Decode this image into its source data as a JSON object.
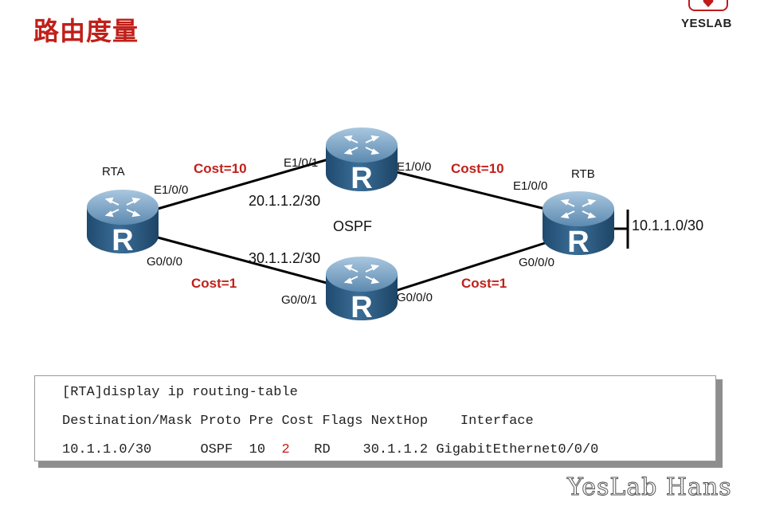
{
  "slide": {
    "title": "路由度量"
  },
  "logo": {
    "text": "YESLAB"
  },
  "routers": {
    "rta": {
      "name": "RTA",
      "glyph": "R"
    },
    "rtb": {
      "name": "RTB",
      "glyph": "R"
    },
    "top": {
      "name": "",
      "glyph": "R"
    },
    "bottom": {
      "name": "",
      "glyph": "R"
    }
  },
  "interfaces": {
    "rta_top": "E1/0/0",
    "rta_bottom": "G0/0/0",
    "top_left": "E1/0/1",
    "top_right": "E1/0/0",
    "rtb_top": "E1/0/0",
    "rtb_bottom": "G0/0/0",
    "bottom_left": "G0/0/1",
    "bottom_right": "G0/0/0"
  },
  "addresses": {
    "top_link": "20.1.1.2/30",
    "bottom_link": "30.1.1.2/30",
    "rtb_network": "10.1.1.0/30"
  },
  "protocol": "OSPF",
  "costs": {
    "rta_top": "Cost=10",
    "top_rtb": "Cost=10",
    "rta_bottom": "Cost=1",
    "bottom_rtb": "Cost=1"
  },
  "cli": {
    "command": "[RTA]display ip routing-table",
    "header": "Destination/Mask Proto Pre Cost Flags NextHop    Interface",
    "row": {
      "destination": "10.1.1.0/30",
      "proto": "OSPF",
      "pre": "10",
      "cost": "2",
      "flags": "RD",
      "nexthop": "30.1.1.2",
      "interface": "GigabitEthernet0/0/0"
    }
  },
  "watermark": "YesLab Hans",
  "colors": {
    "title": "#c0201a",
    "cost": "#c0201a",
    "router_body": "#2f5e86",
    "router_top": "#7aa5c6"
  }
}
